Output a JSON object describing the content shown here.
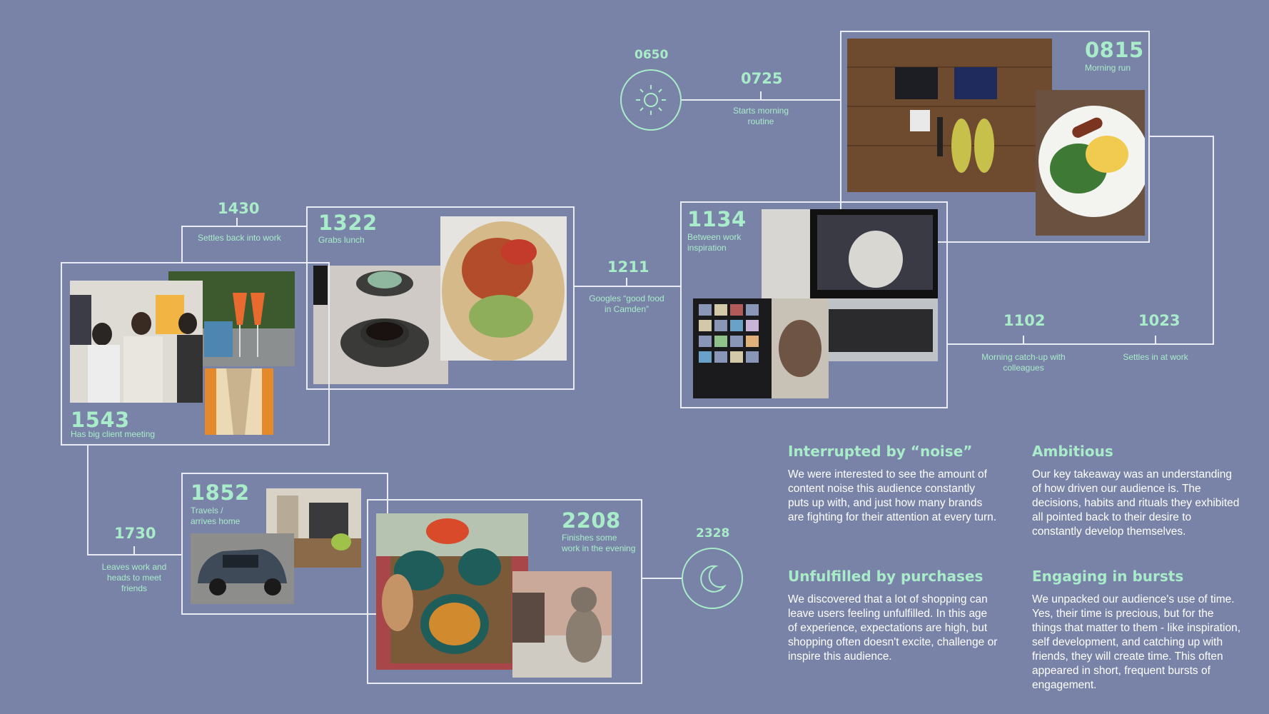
{
  "timeline": {
    "t0650": {
      "time": "0650"
    },
    "t0725": {
      "time": "0725",
      "label": "Starts morning routine"
    },
    "t0815": {
      "time": "0815",
      "label": "Morning run"
    },
    "t1023": {
      "time": "1023",
      "label": "Settles in at work"
    },
    "t1102": {
      "time": "1102",
      "label": "Morning catch-up with colleagues"
    },
    "t1134": {
      "time": "1134",
      "label": "Between work inspiration"
    },
    "t1211": {
      "time": "1211",
      "label": "Googles “good food in Camden”"
    },
    "t1322": {
      "time": "1322",
      "label": "Grabs lunch"
    },
    "t1430": {
      "time": "1430",
      "label": "Settles back into work"
    },
    "t1543": {
      "time": "1543",
      "label": "Has big client meeting"
    },
    "t1730": {
      "time": "1730",
      "label": "Leaves work and heads to meet friends"
    },
    "t1852": {
      "time": "1852",
      "label": "Travels / arrives home"
    },
    "t2208": {
      "time": "2208",
      "label": "Finishes some work in the evening"
    },
    "t2328": {
      "time": "2328"
    }
  },
  "insights": [
    {
      "title": "Interrupted by “noise”",
      "body": "We were interested to see the amount of content noise this audience constantly puts up with, and just how many brands are fighting for their attention at every turn."
    },
    {
      "title": "Ambitious",
      "body": "Our key takeaway was an understanding of how driven our audience is. The decisions, habits and rituals they exhibited all pointed back to their desire to constantly develop themselves."
    },
    {
      "title": "Unfulfilled by purchases",
      "body": "We discovered that a lot of shopping can leave users feeling unfulfilled. In this age of experience, expectations are high, but shopping often doesn't excite, challenge or inspire this audience."
    },
    {
      "title": "Engaging in bursts",
      "body": "We unpacked our audience's use of time. Yes, their time is precious, but for the things that matter to them - like inspiration, self development, and catching up with friends, they will create time. This often appeared in short, frequent bursts of engagement."
    }
  ],
  "colors": {
    "background": "#7983a8",
    "accent": "#a8ecc9",
    "line": "#e9ecf5",
    "text": "#ffffff"
  },
  "icons": {
    "sunrise": "sun-icon",
    "night": "moon-icon"
  }
}
